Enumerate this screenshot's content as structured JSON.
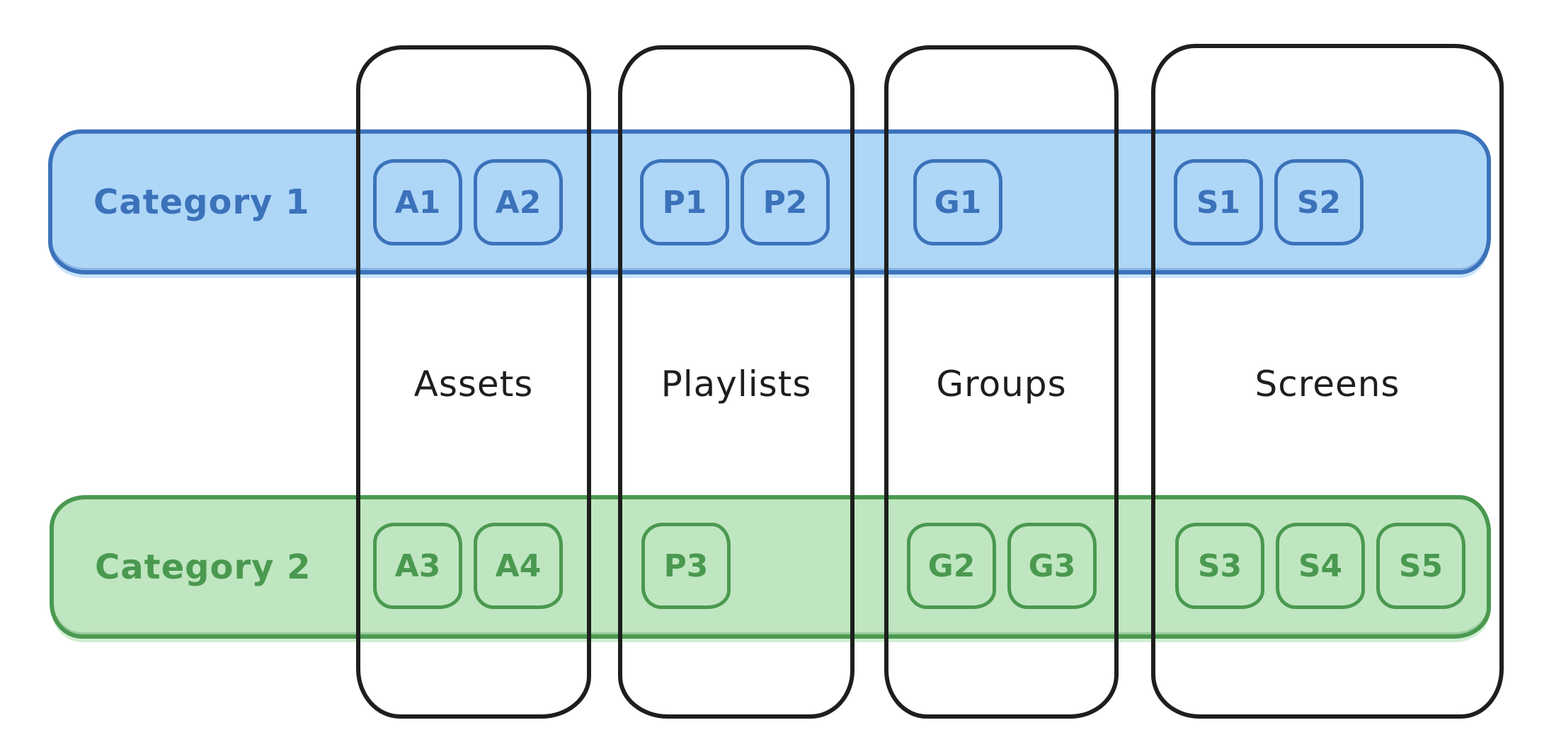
{
  "diagram": {
    "background": "#ffffff",
    "column_stroke": "#1e1e1e",
    "rows": [
      {
        "label": "Category 1",
        "fill": "#aed6f7",
        "stroke": "#3b72ba"
      },
      {
        "label": "Category 2",
        "fill": "#bfe6c0",
        "stroke": "#4a9950"
      }
    ],
    "columns": [
      {
        "label": "Assets"
      },
      {
        "label": "Playlists"
      },
      {
        "label": "Groups"
      },
      {
        "label": "Screens"
      }
    ],
    "items": [
      {
        "label": "A1",
        "row": "Category 1",
        "column": "Assets"
      },
      {
        "label": "A2",
        "row": "Category 1",
        "column": "Assets"
      },
      {
        "label": "P1",
        "row": "Category 1",
        "column": "Playlists"
      },
      {
        "label": "P2",
        "row": "Category 1",
        "column": "Playlists"
      },
      {
        "label": "G1",
        "row": "Category 1",
        "column": "Groups"
      },
      {
        "label": "S1",
        "row": "Category 1",
        "column": "Screens"
      },
      {
        "label": "S2",
        "row": "Category 1",
        "column": "Screens"
      },
      {
        "label": "A3",
        "row": "Category 2",
        "column": "Assets"
      },
      {
        "label": "A4",
        "row": "Category 2",
        "column": "Assets"
      },
      {
        "label": "P3",
        "row": "Category 2",
        "column": "Playlists"
      },
      {
        "label": "G2",
        "row": "Category 2",
        "column": "Groups"
      },
      {
        "label": "G3",
        "row": "Category 2",
        "column": "Groups"
      },
      {
        "label": "S3",
        "row": "Category 2",
        "column": "Screens"
      },
      {
        "label": "S4",
        "row": "Category 2",
        "column": "Screens"
      },
      {
        "label": "S5",
        "row": "Category 2",
        "column": "Screens"
      }
    ]
  }
}
